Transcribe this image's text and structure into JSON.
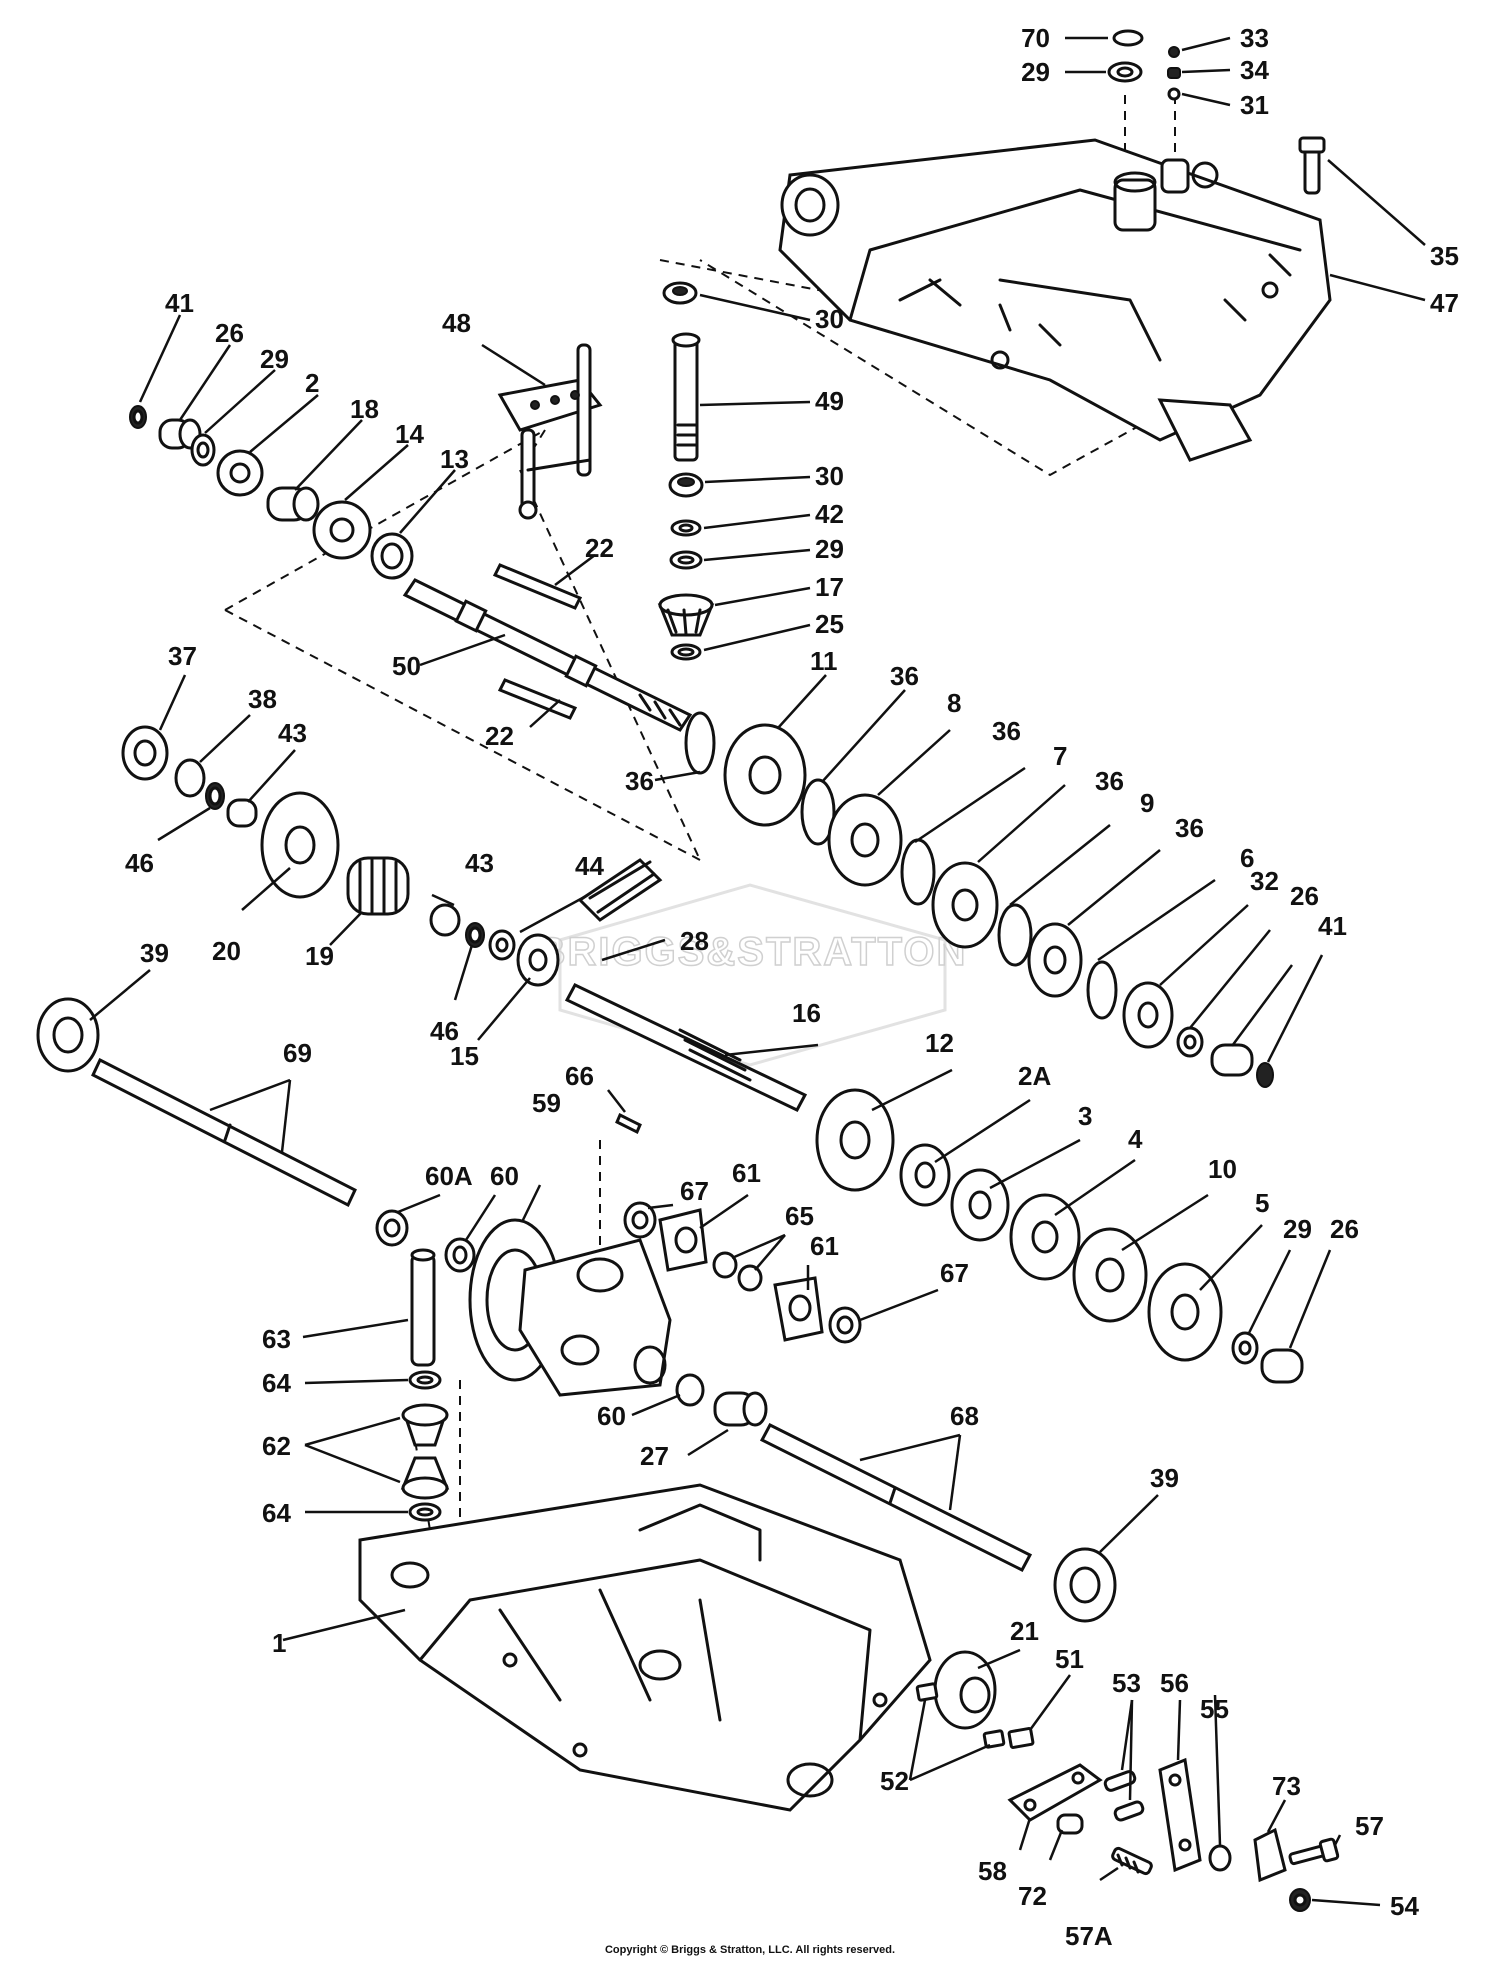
{
  "callouts": [
    {
      "id": "70",
      "text": "70"
    },
    {
      "id": "33",
      "text": "33"
    },
    {
      "id": "29a",
      "text": "29"
    },
    {
      "id": "34",
      "text": "34"
    },
    {
      "id": "31",
      "text": "31"
    },
    {
      "id": "35",
      "text": "35"
    },
    {
      "id": "47",
      "text": "47"
    },
    {
      "id": "30a",
      "text": "30"
    },
    {
      "id": "48",
      "text": "48"
    },
    {
      "id": "49",
      "text": "49"
    },
    {
      "id": "30b",
      "text": "30"
    },
    {
      "id": "42",
      "text": "42"
    },
    {
      "id": "29b",
      "text": "29"
    },
    {
      "id": "17",
      "text": "17"
    },
    {
      "id": "25",
      "text": "25"
    },
    {
      "id": "41a",
      "text": "41"
    },
    {
      "id": "26a",
      "text": "26"
    },
    {
      "id": "29c",
      "text": "29"
    },
    {
      "id": "2",
      "text": "2"
    },
    {
      "id": "18",
      "text": "18"
    },
    {
      "id": "14",
      "text": "14"
    },
    {
      "id": "13",
      "text": "13"
    },
    {
      "id": "22a",
      "text": "22"
    },
    {
      "id": "50",
      "text": "50"
    },
    {
      "id": "22b",
      "text": "22"
    },
    {
      "id": "37",
      "text": "37"
    },
    {
      "id": "38",
      "text": "38"
    },
    {
      "id": "43a",
      "text": "43"
    },
    {
      "id": "46a",
      "text": "46"
    },
    {
      "id": "11",
      "text": "11"
    },
    {
      "id": "36a",
      "text": "36"
    },
    {
      "id": "36b",
      "text": "36"
    },
    {
      "id": "8",
      "text": "8"
    },
    {
      "id": "36c",
      "text": "36"
    },
    {
      "id": "7",
      "text": "7"
    },
    {
      "id": "36d",
      "text": "36"
    },
    {
      "id": "9",
      "text": "9"
    },
    {
      "id": "36e",
      "text": "36"
    },
    {
      "id": "6",
      "text": "6"
    },
    {
      "id": "32",
      "text": "32"
    },
    {
      "id": "26b",
      "text": "26"
    },
    {
      "id": "41b",
      "text": "41"
    },
    {
      "id": "20",
      "text": "20"
    },
    {
      "id": "19",
      "text": "19"
    },
    {
      "id": "43b",
      "text": "43"
    },
    {
      "id": "44",
      "text": "44"
    },
    {
      "id": "28",
      "text": "28"
    },
    {
      "id": "46b",
      "text": "46"
    },
    {
      "id": "15",
      "text": "15"
    },
    {
      "id": "16",
      "text": "16"
    },
    {
      "id": "12",
      "text": "12"
    },
    {
      "id": "2A",
      "text": "2A"
    },
    {
      "id": "3",
      "text": "3"
    },
    {
      "id": "4",
      "text": "4"
    },
    {
      "id": "10",
      "text": "10"
    },
    {
      "id": "5",
      "text": "5"
    },
    {
      "id": "29d",
      "text": "29"
    },
    {
      "id": "26c",
      "text": "26"
    },
    {
      "id": "39a",
      "text": "39"
    },
    {
      "id": "69",
      "text": "69"
    },
    {
      "id": "66",
      "text": "66"
    },
    {
      "id": "59",
      "text": "59"
    },
    {
      "id": "60A",
      "text": "60A"
    },
    {
      "id": "60a",
      "text": "60"
    },
    {
      "id": "67a",
      "text": "67"
    },
    {
      "id": "61a",
      "text": "61"
    },
    {
      "id": "65",
      "text": "65"
    },
    {
      "id": "61b",
      "text": "61"
    },
    {
      "id": "67b",
      "text": "67"
    },
    {
      "id": "63",
      "text": "63"
    },
    {
      "id": "64a",
      "text": "64"
    },
    {
      "id": "62",
      "text": "62"
    },
    {
      "id": "64b",
      "text": "64"
    },
    {
      "id": "60b",
      "text": "60"
    },
    {
      "id": "27",
      "text": "27"
    },
    {
      "id": "68",
      "text": "68"
    },
    {
      "id": "39b",
      "text": "39"
    },
    {
      "id": "1",
      "text": "1"
    },
    {
      "id": "21",
      "text": "21"
    },
    {
      "id": "51",
      "text": "51"
    },
    {
      "id": "53",
      "text": "53"
    },
    {
      "id": "56",
      "text": "56"
    },
    {
      "id": "55",
      "text": "55"
    },
    {
      "id": "52",
      "text": "52"
    },
    {
      "id": "73",
      "text": "73"
    },
    {
      "id": "57",
      "text": "57"
    },
    {
      "id": "58",
      "text": "58"
    },
    {
      "id": "72",
      "text": "72"
    },
    {
      "id": "57A",
      "text": "57A"
    },
    {
      "id": "54",
      "text": "54"
    }
  ],
  "watermark": {
    "text": "BRIGGS&STRATTON"
  },
  "footer": {
    "copyright": "Copyright © Briggs & Stratton, LLC. All rights reserved."
  }
}
